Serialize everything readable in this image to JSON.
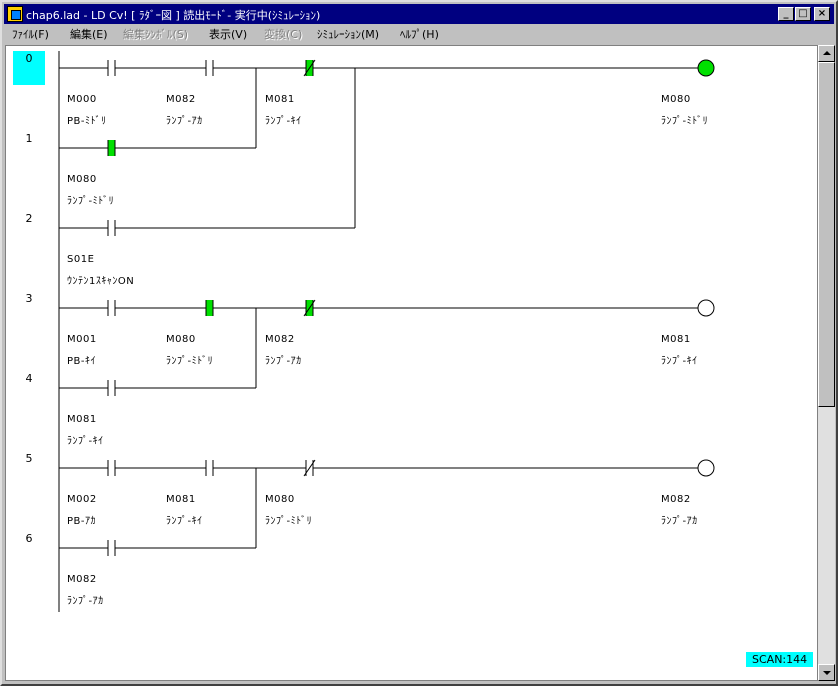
{
  "window": {
    "title": "chap6.lad - LD Cv! [ ﾗﾀﾞｰ図 ] 読出ﾓｰﾄﾞ- 実行中(ｼﾐｭﾚｰｼｮﾝ)",
    "controls": {
      "minimize": "_",
      "maximize": "□",
      "close": "×"
    }
  },
  "menu": [
    {
      "label": "ﾌｧｲﾙ(F)",
      "enabled": true
    },
    {
      "label": "編集(E)",
      "enabled": true
    },
    {
      "label": "編集ｼﾝﾎﾞﾙ(S)",
      "enabled": false
    },
    {
      "label": "表示(V)",
      "enabled": true
    },
    {
      "label": "変換(C)",
      "enabled": false
    },
    {
      "label": "ｼﾐｭﾚｰｼｮﾝ(M)",
      "enabled": true
    },
    {
      "label": "ﾍﾙﾌﾟ(H)",
      "enabled": true
    }
  ],
  "rows": [
    "0",
    "1",
    "2",
    "3",
    "4",
    "5",
    "6"
  ],
  "labels": {
    "r0_c1_addr": "M000",
    "r0_c1_name": "PB-ﾐﾄﾞﾘ",
    "r0_c2_addr": "M082",
    "r0_c2_name": "ﾗﾝﾌﾟ-ｱｶ",
    "r0_c3_addr": "M081",
    "r0_c3_name": "ﾗﾝﾌﾟ-ｷｲ",
    "r0_coil_addr": "M080",
    "r0_coil_name": "ﾗﾝﾌﾟ-ﾐﾄﾞﾘ",
    "r1_addr": "M080",
    "r1_name": "ﾗﾝﾌﾟ-ﾐﾄﾞﾘ",
    "r2_addr": "S01E",
    "r2_name": "ｳﾝﾃﾝ1ｽｷｬﾝON",
    "r3_c1_addr": "M001",
    "r3_c1_name": "PB-ｷｲ",
    "r3_c2_addr": "M080",
    "r3_c2_name": "ﾗﾝﾌﾟ-ﾐﾄﾞﾘ",
    "r3_c3_addr": "M082",
    "r3_c3_name": "ﾗﾝﾌﾟ-ｱｶ",
    "r3_coil_addr": "M081",
    "r3_coil_name": "ﾗﾝﾌﾟ-ｷｲ",
    "r4_addr": "M081",
    "r4_name": "ﾗﾝﾌﾟ-ｷｲ",
    "r5_c1_addr": "M002",
    "r5_c1_name": "PB-ｱｶ",
    "r5_c2_addr": "M081",
    "r5_c2_name": "ﾗﾝﾌﾟ-ｷｲ",
    "r5_c3_addr": "M080",
    "r5_c3_name": "ﾗﾝﾌﾟ-ﾐﾄﾞﾘ",
    "r5_coil_addr": "M082",
    "r5_coil_name": "ﾗﾝﾌﾟ-ｱｶ",
    "r6_addr": "M082",
    "r6_name": "ﾗﾝﾌﾟ-ｱｶ"
  },
  "status": {
    "scan": "SCAN:144"
  },
  "colors": {
    "energized": "#00e000",
    "selected_row": "#00ffff",
    "titlebar": "#000080"
  }
}
